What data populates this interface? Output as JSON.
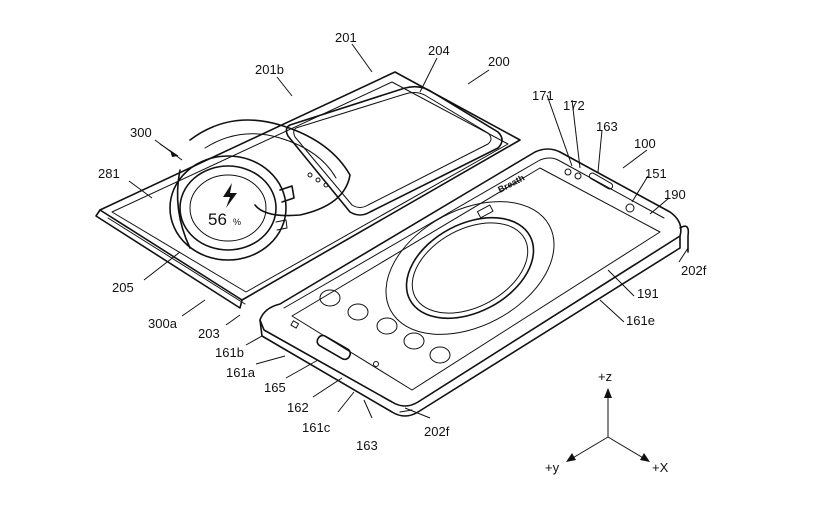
{
  "reference_labels": {
    "r200": "200",
    "r201": "201",
    "r204": "204",
    "r201b": "201b",
    "r300": "300",
    "r281": "281",
    "r205": "205",
    "r300a": "300a",
    "r203": "203",
    "r161b": "161b",
    "r161a": "161a",
    "r165": "165",
    "r162": "162",
    "r161c": "161c",
    "r163_bottom": "163",
    "r202f_bottom": "202f",
    "r171": "171",
    "r172": "172",
    "r163_top": "163",
    "r100": "100",
    "r151": "151",
    "r190": "190",
    "r202f_right": "202f",
    "r191": "191",
    "r161e": "161e"
  },
  "axes": {
    "z": "+z",
    "y": "+y",
    "x": "+X"
  },
  "watch_screen": {
    "value": "56",
    "unit": "%",
    "icon": "lightning-bolt-icon"
  },
  "phone_screen": {
    "title": "Breath"
  }
}
